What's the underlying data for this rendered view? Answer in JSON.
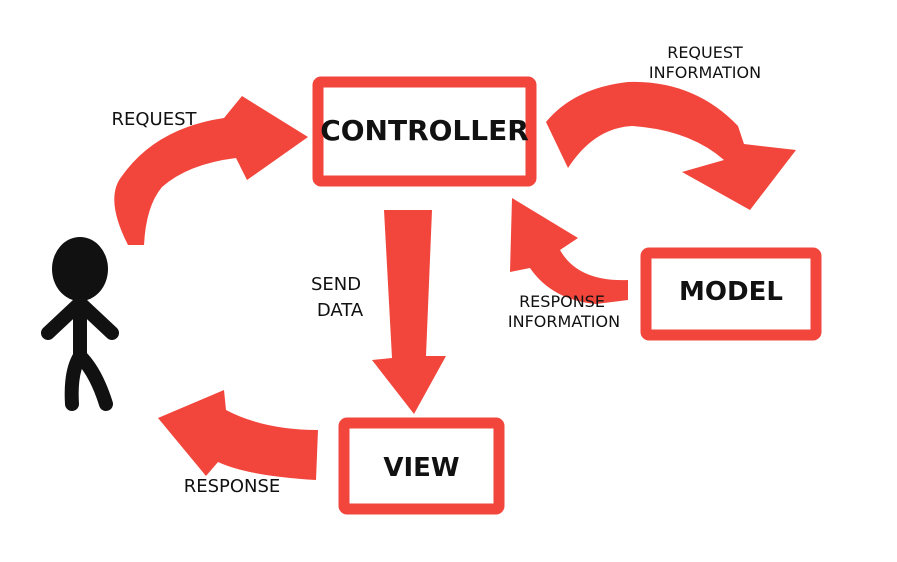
{
  "colors": {
    "accent": "#f2463c",
    "ink": "#111111",
    "background": "#ffffff"
  },
  "diagram": {
    "boxes": {
      "controller": "CONTROLLER",
      "model": "MODEL",
      "view": "VIEW"
    },
    "arrows": {
      "request": "REQUEST",
      "request_information": [
        "REQUEST",
        "INFORMATION"
      ],
      "send_data": [
        "SEND",
        "DATA"
      ],
      "response_information": [
        "RESPONSE",
        "INFORMATION"
      ],
      "response": "RESPONSE"
    },
    "icons": {
      "user": "stick-figure-user-icon"
    }
  }
}
